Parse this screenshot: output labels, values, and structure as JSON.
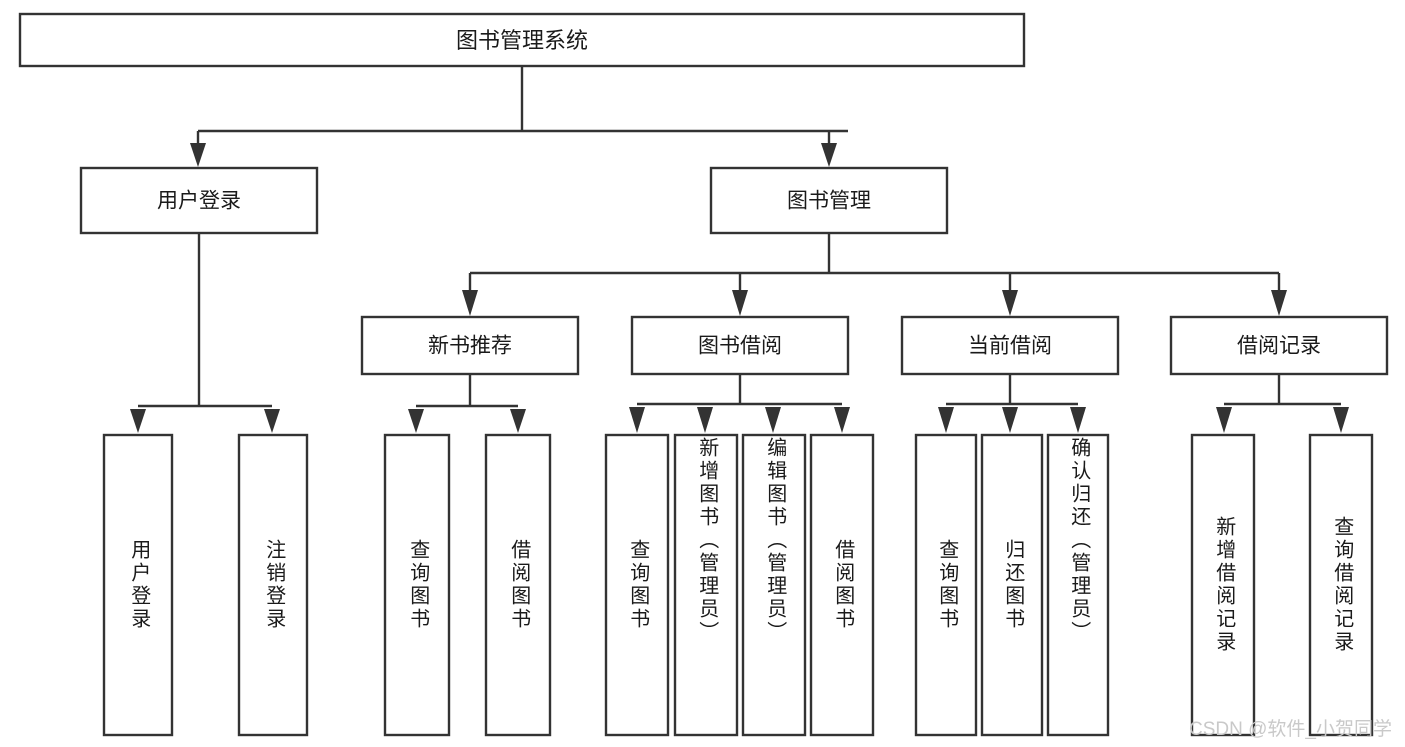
{
  "diagram": {
    "type": "hierarchy-tree",
    "title": "图书管理系统",
    "root": {
      "id": "root",
      "label": "图书管理系统"
    },
    "level2": [
      {
        "id": "user-login",
        "label": "用户登录"
      },
      {
        "id": "book-management",
        "label": "图书管理"
      }
    ],
    "level3": [
      {
        "id": "new-book-recommend",
        "label": "新书推荐",
        "parent": "book-management"
      },
      {
        "id": "book-borrow",
        "label": "图书借阅",
        "parent": "book-management"
      },
      {
        "id": "current-borrow",
        "label": "当前借阅",
        "parent": "book-management"
      },
      {
        "id": "borrow-record",
        "label": "借阅记录",
        "parent": "book-management"
      }
    ],
    "leaves": [
      {
        "id": "leaf-user-login",
        "label": "用户登录",
        "parent": "user-login"
      },
      {
        "id": "leaf-logout-login",
        "label": "注销登录",
        "parent": "user-login"
      },
      {
        "id": "leaf-query-book-1",
        "label": "查询图书",
        "parent": "new-book-recommend"
      },
      {
        "id": "leaf-borrow-book-1",
        "label": "借阅图书",
        "parent": "new-book-recommend"
      },
      {
        "id": "leaf-query-book-2",
        "label": "查询图书",
        "parent": "book-borrow"
      },
      {
        "id": "leaf-add-book",
        "label": "新增图书（管理员）",
        "parent": "book-borrow"
      },
      {
        "id": "leaf-edit-book",
        "label": "编辑图书（管理员）",
        "parent": "book-borrow"
      },
      {
        "id": "leaf-borrow-book-2",
        "label": "借阅图书",
        "parent": "book-borrow"
      },
      {
        "id": "leaf-query-book-3",
        "label": "查询图书",
        "parent": "current-borrow"
      },
      {
        "id": "leaf-return-book",
        "label": "归还图书",
        "parent": "current-borrow"
      },
      {
        "id": "leaf-confirm-return",
        "label": "确认归还（管理员）",
        "parent": "current-borrow"
      },
      {
        "id": "leaf-add-record",
        "label": "新增借阅记录",
        "parent": "borrow-record"
      },
      {
        "id": "leaf-query-record",
        "label": "查询借阅记录",
        "parent": "borrow-record"
      }
    ],
    "colors": {
      "stroke": "#333333",
      "fill": "#ffffff",
      "text": "#1a1a1a",
      "watermark": "#c9c9c9"
    }
  },
  "watermark": {
    "text": "CSDN @软件_小贺同学"
  }
}
